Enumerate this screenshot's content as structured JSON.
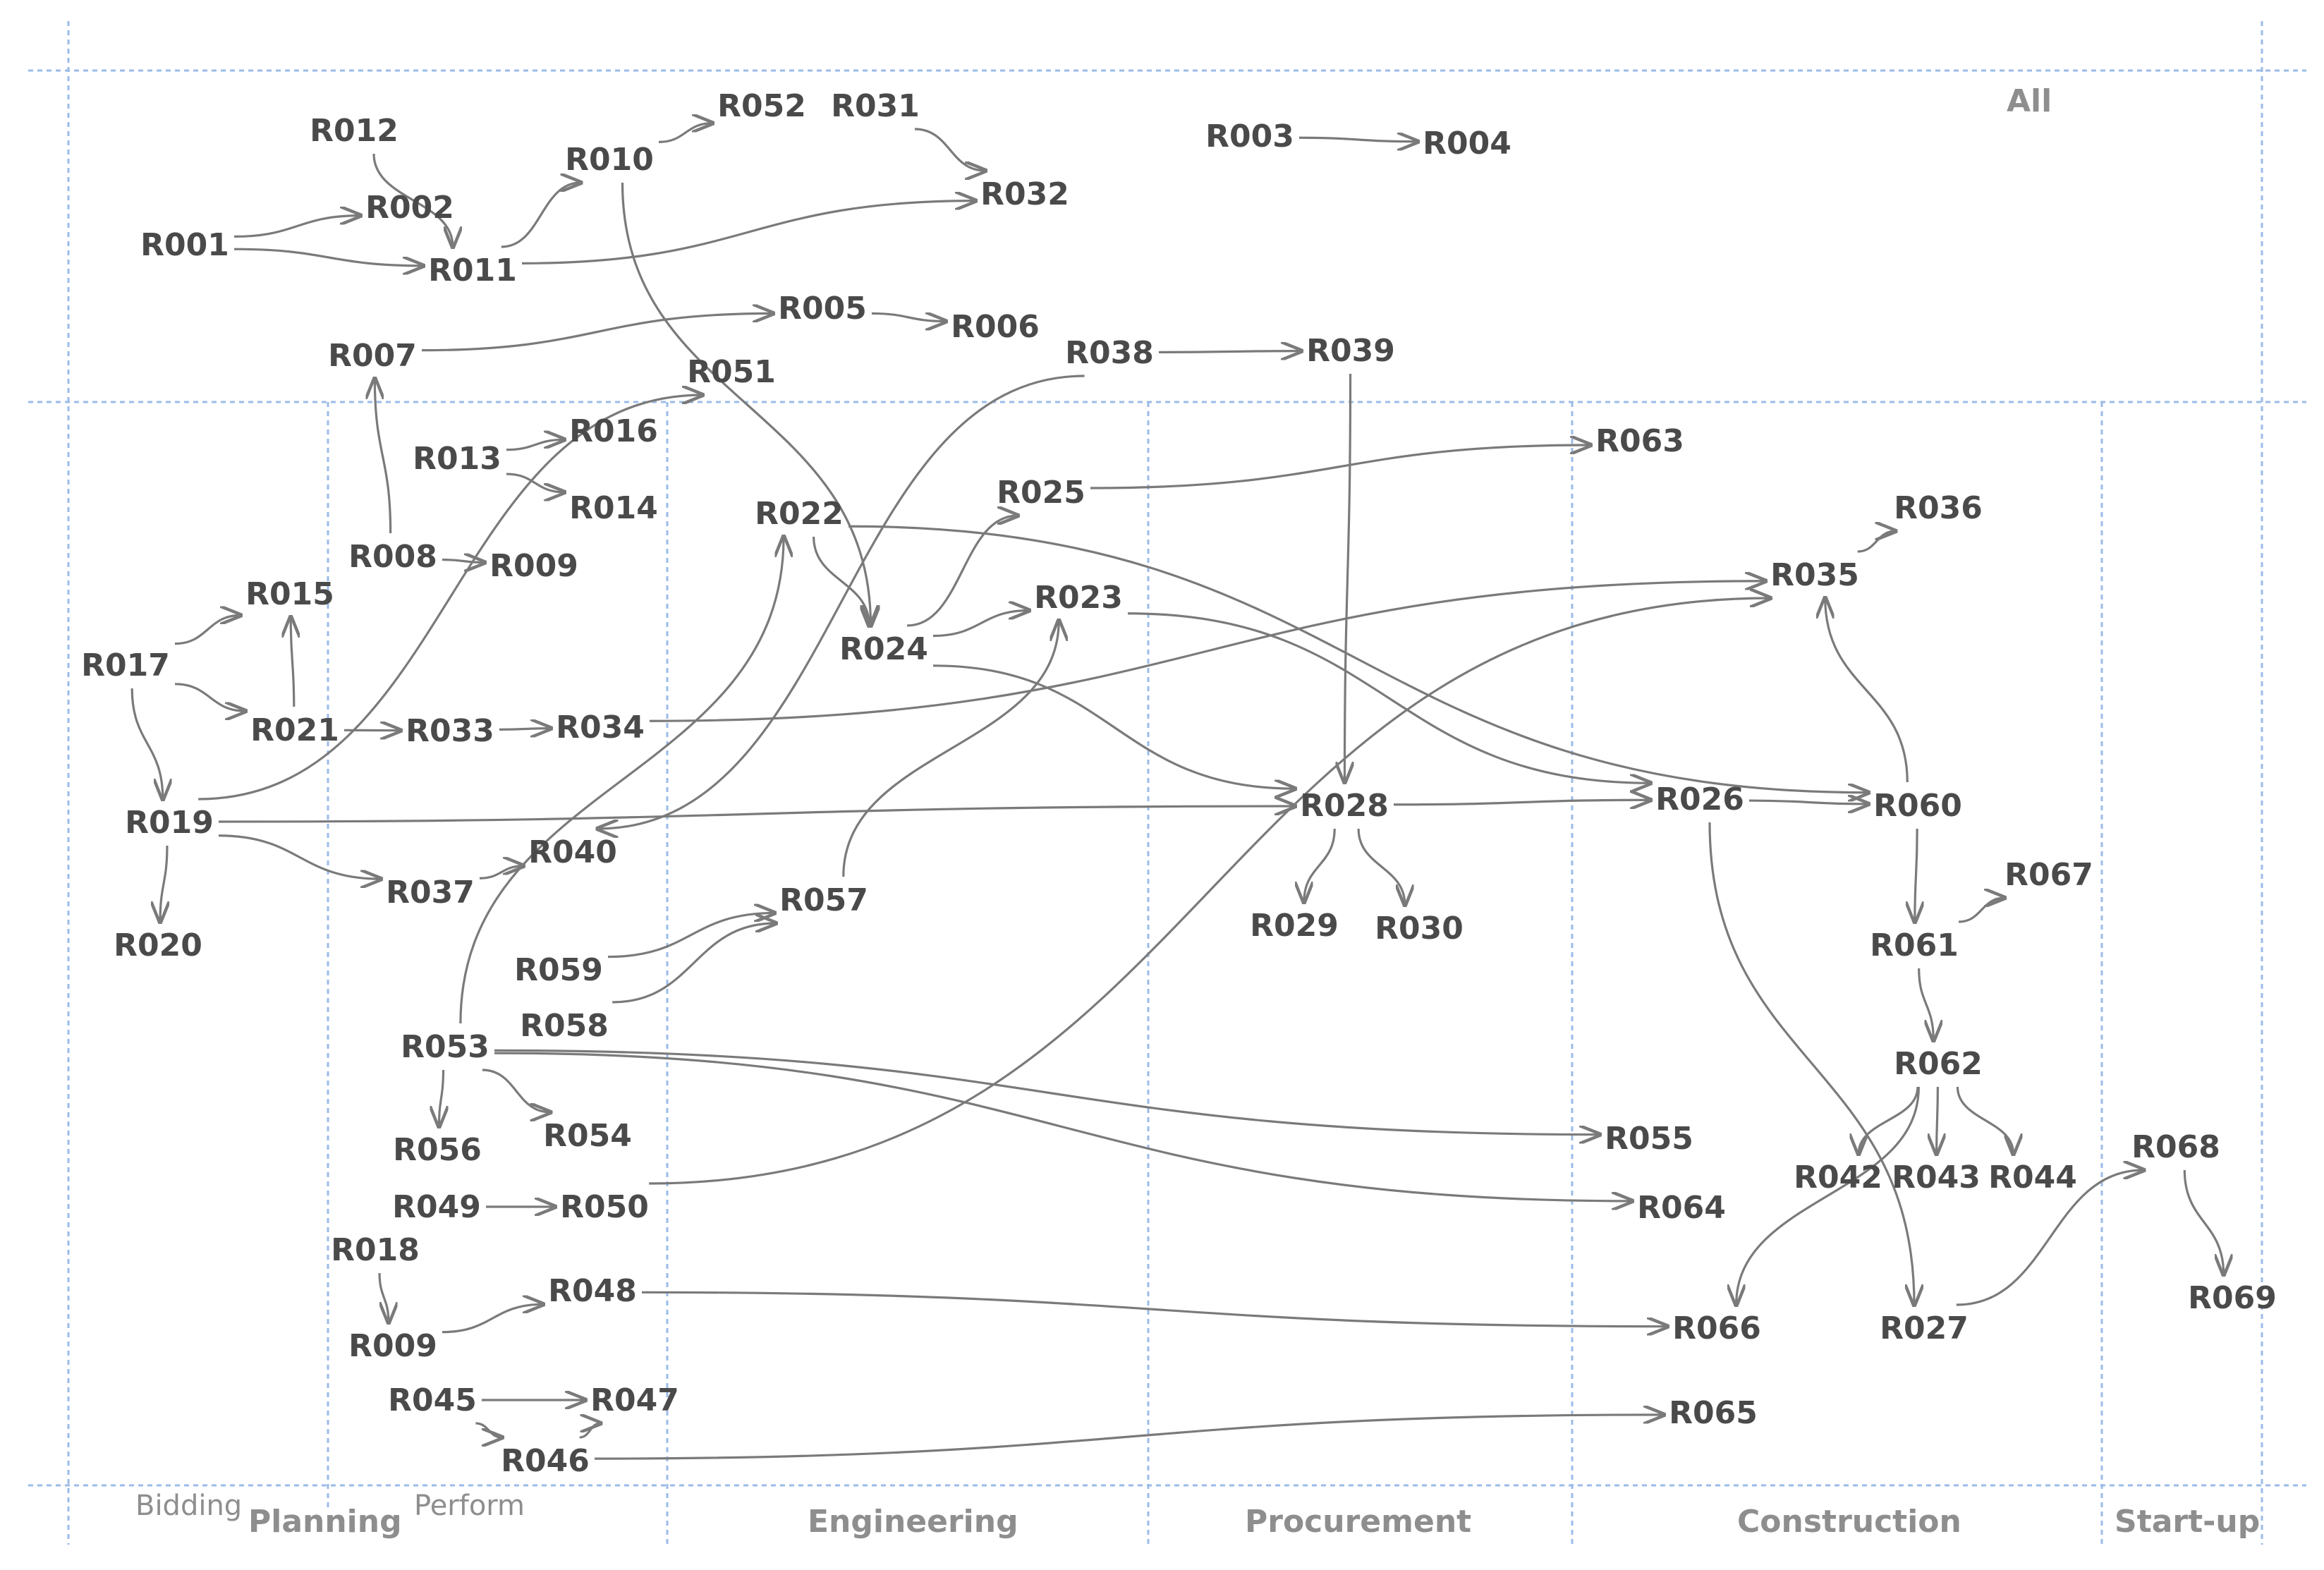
{
  "diagram": {
    "region_label": "All",
    "phases": {
      "bidding": "Bidding",
      "planning": "Planning",
      "perform": "Perform",
      "engineering": "Engineering",
      "procurement": "Procurement",
      "construction": "Construction",
      "startup": "Start-up"
    },
    "nodes": {
      "R001": "R001",
      "R002": "R002",
      "R003": "R003",
      "R004": "R004",
      "R005": "R005",
      "R006": "R006",
      "R007": "R007",
      "R008": "R008",
      "R009a": "R009",
      "R009b": "R009",
      "R010": "R010",
      "R011": "R011",
      "R012": "R012",
      "R013": "R013",
      "R014": "R014",
      "R015": "R015",
      "R016": "R016",
      "R017": "R017",
      "R018": "R018",
      "R019": "R019",
      "R020": "R020",
      "R021": "R021",
      "R022": "R022",
      "R023": "R023",
      "R024": "R024",
      "R025": "R025",
      "R026": "R026",
      "R027": "R027",
      "R028": "R028",
      "R029": "R029",
      "R030": "R030",
      "R031": "R031",
      "R032": "R032",
      "R033": "R033",
      "R034": "R034",
      "R035": "R035",
      "R036": "R036",
      "R037": "R037",
      "R038": "R038",
      "R039": "R039",
      "R040": "R040",
      "R042": "R042",
      "R043": "R043",
      "R044": "R044",
      "R045": "R045",
      "R046": "R046",
      "R047": "R047",
      "R048": "R048",
      "R049": "R049",
      "R050": "R050",
      "R051": "R051",
      "R052": "R052",
      "R053": "R053",
      "R054": "R054",
      "R055": "R055",
      "R056": "R056",
      "R057": "R057",
      "R058": "R058",
      "R059": "R059",
      "R060": "R060",
      "R061": "R061",
      "R062": "R062",
      "R063": "R063",
      "R064": "R064",
      "R065": "R065",
      "R066": "R066",
      "R067": "R067",
      "R068": "R068",
      "R069": "R069"
    },
    "edges": [
      [
        "R001",
        "R002"
      ],
      [
        "R001",
        "R011"
      ],
      [
        "R012",
        "R011"
      ],
      [
        "R011",
        "R010"
      ],
      [
        "R011",
        "R032"
      ],
      [
        "R010",
        "R052"
      ],
      [
        "R010",
        "R024"
      ],
      [
        "R031",
        "R032"
      ],
      [
        "R003",
        "R004"
      ],
      [
        "R007",
        "R005"
      ],
      [
        "R005",
        "R006"
      ],
      [
        "R008",
        "R007"
      ],
      [
        "R008",
        "R009a"
      ],
      [
        "R038",
        "R039"
      ],
      [
        "R038",
        "R040"
      ],
      [
        "R039",
        "R028"
      ],
      [
        "R013",
        "R016"
      ],
      [
        "R013",
        "R014"
      ],
      [
        "R017",
        "R015"
      ],
      [
        "R017",
        "R021"
      ],
      [
        "R017",
        "R019"
      ],
      [
        "R021",
        "R015"
      ],
      [
        "R021",
        "R033"
      ],
      [
        "R033",
        "R034"
      ],
      [
        "R034",
        "R035"
      ],
      [
        "R019",
        "R051"
      ],
      [
        "R019",
        "R028"
      ],
      [
        "R019",
        "R020"
      ],
      [
        "R019",
        "R037"
      ],
      [
        "R022",
        "R024"
      ],
      [
        "R022",
        "R060"
      ],
      [
        "R024",
        "R025"
      ],
      [
        "R024",
        "R023"
      ],
      [
        "R024",
        "R028"
      ],
      [
        "R025",
        "R063"
      ],
      [
        "R023",
        "R026"
      ],
      [
        "R028",
        "R026"
      ],
      [
        "R028",
        "R029"
      ],
      [
        "R028",
        "R030"
      ],
      [
        "R026",
        "R060"
      ],
      [
        "R026",
        "R027"
      ],
      [
        "R060",
        "R035"
      ],
      [
        "R060",
        "R061"
      ],
      [
        "R035",
        "R036"
      ],
      [
        "R061",
        "R067"
      ],
      [
        "R061",
        "R062"
      ],
      [
        "R062",
        "R042"
      ],
      [
        "R062",
        "R043"
      ],
      [
        "R062",
        "R044"
      ],
      [
        "R062",
        "R066"
      ],
      [
        "R027",
        "R068"
      ],
      [
        "R068",
        "R069"
      ],
      [
        "R037",
        "R040"
      ],
      [
        "R059",
        "R057"
      ],
      [
        "R058",
        "R057"
      ],
      [
        "R057",
        "R023"
      ],
      [
        "R053",
        "R022"
      ],
      [
        "R053",
        "R054"
      ],
      [
        "R053",
        "R056"
      ],
      [
        "R053",
        "R055"
      ],
      [
        "R053",
        "R064"
      ],
      [
        "R049",
        "R050"
      ],
      [
        "R050",
        "R035"
      ],
      [
        "R018",
        "R009b"
      ],
      [
        "R009b",
        "R048"
      ],
      [
        "R048",
        "R066"
      ],
      [
        "R045",
        "R047"
      ],
      [
        "R045",
        "R046"
      ],
      [
        "R046",
        "R047"
      ],
      [
        "R046",
        "R065"
      ]
    ]
  }
}
